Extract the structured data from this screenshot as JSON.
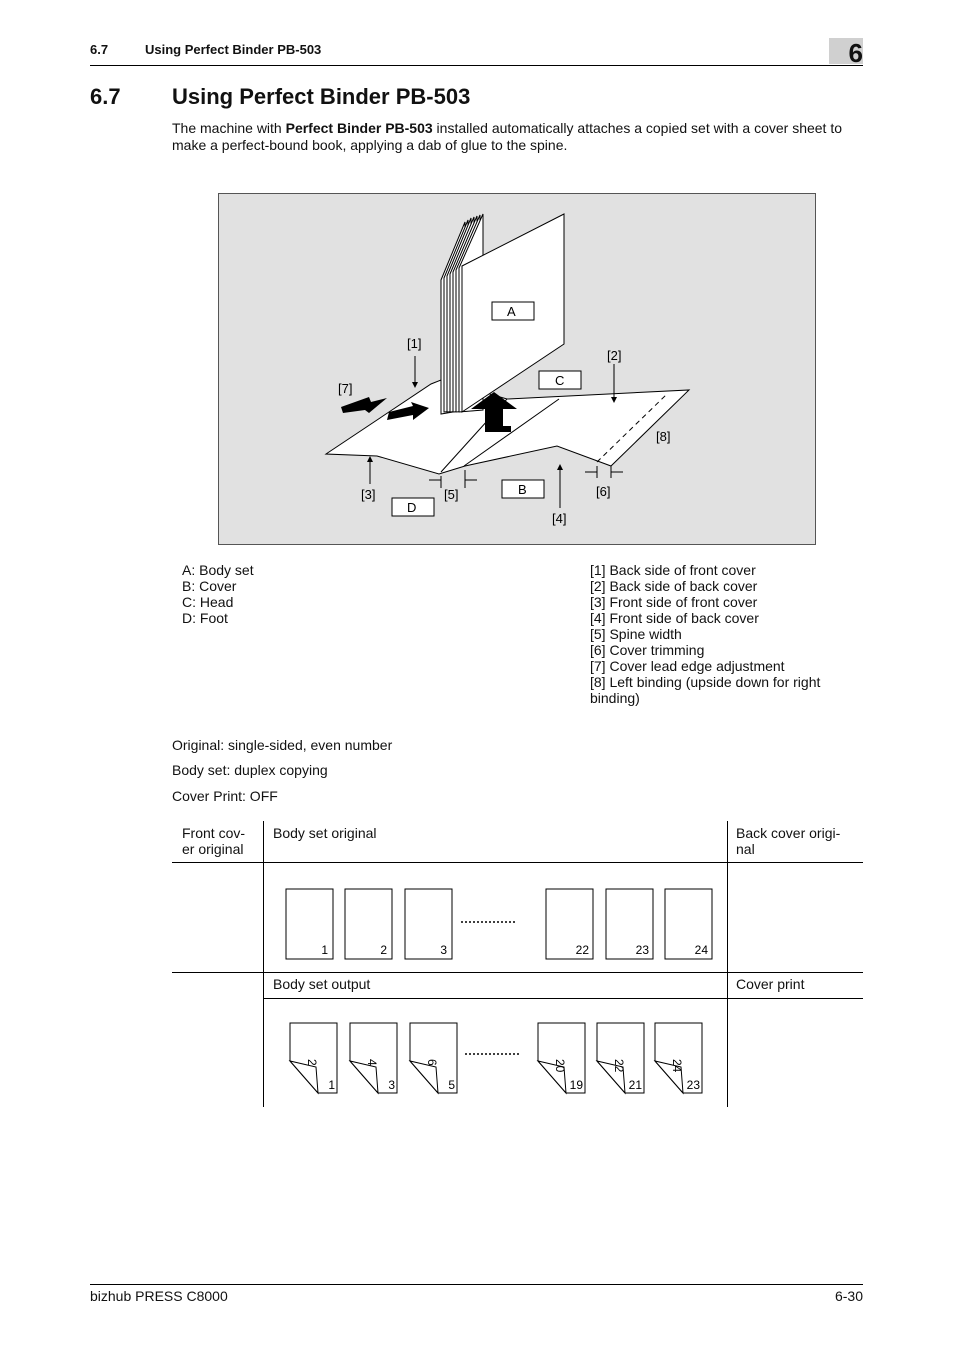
{
  "header": {
    "section_number": "6.7",
    "section_title": "Using Perfect Binder PB-503",
    "chapter_number": "6"
  },
  "section": {
    "number": "6.7",
    "title": "Using Perfect Binder PB-503",
    "intro_before": "The machine with ",
    "intro_bold": "Perfect Binder PB-503",
    "intro_after": " installed automatically attaches a copied set with a cover sheet to make a perfect-bound book, applying a dab of glue to the spine."
  },
  "figure": {
    "box_labels": {
      "A": "A",
      "B": "B",
      "C": "C",
      "D": "D"
    },
    "callouts": {
      "c1": "[1]",
      "c2": "[2]",
      "c3": "[3]",
      "c4": "[4]",
      "c5": "[5]",
      "c6": "[6]",
      "c7": "[7]",
      "c8": "[8]"
    }
  },
  "legend": {
    "left": [
      "A: Body set",
      "B: Cover",
      "C: Head",
      "D: Foot"
    ],
    "right": [
      "[1] Back side of front cover",
      "[2] Back side of back cover",
      "[3] Front side of front cover",
      "[4] Front side of back cover",
      "[5] Spine width",
      "[6] Cover trimming",
      "[7] Cover lead edge adjustment",
      "[8] Left binding (upside down for right binding)"
    ]
  },
  "conditions": {
    "original": "Original: single-sided, even number",
    "body_set": "Body set: duplex copying",
    "cover_print": "Cover Print: OFF"
  },
  "table": {
    "col1_header": "Front cov-\ner original",
    "col2_header": "Body set original",
    "col3_header": "Back cover origi-\nnal",
    "row2_col2": "Body set output",
    "row2_col3": "Cover print",
    "original_pages": [
      "1",
      "2",
      "3",
      "22",
      "23",
      "24"
    ],
    "output_sheets": [
      {
        "back": "2",
        "front": "1"
      },
      {
        "back": "4",
        "front": "3"
      },
      {
        "back": "6",
        "front": "5"
      },
      {
        "back": "20",
        "front": "19"
      },
      {
        "back": "22",
        "front": "21"
      },
      {
        "back": "24",
        "front": "23"
      }
    ]
  },
  "footer": {
    "product": "bizhub PRESS C8000",
    "page": "6-30"
  }
}
